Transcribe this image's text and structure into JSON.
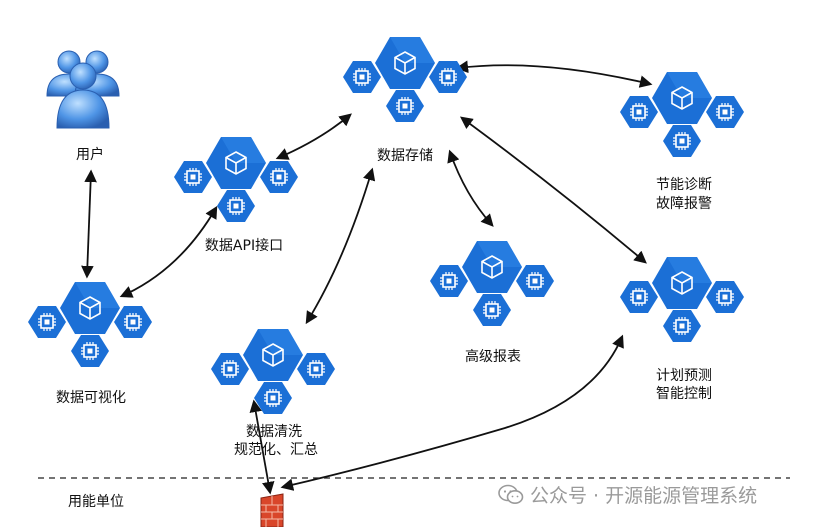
{
  "nodes": {
    "user": {
      "label": "用户"
    },
    "api": {
      "label": "数据API接口"
    },
    "storage": {
      "label": "数据存储"
    },
    "diagnosis": {
      "label_line1": "节能诊断",
      "label_line2": "故障报警"
    },
    "visualization": {
      "label": "数据可视化"
    },
    "report": {
      "label": "高级报表"
    },
    "cleaning": {
      "label_line1": "数据清洗",
      "label_line2": "规范化、汇总"
    },
    "plan": {
      "label_line1": "计划预测",
      "label_line2": "智能控制"
    }
  },
  "boundary": {
    "label": "用能单位"
  },
  "watermark": {
    "text": "公众号 · 开源能源管理系统"
  },
  "colors": {
    "hex_blue": "#1b6fd6",
    "hex_blue_light": "#2f86ea",
    "chip_white": "#ffffff",
    "arrow": "#111111",
    "firewall_red": "#d9462a"
  },
  "icons": [
    "users-icon",
    "cube-icon",
    "chip-icon",
    "firewall-icon",
    "wechat-icon"
  ]
}
